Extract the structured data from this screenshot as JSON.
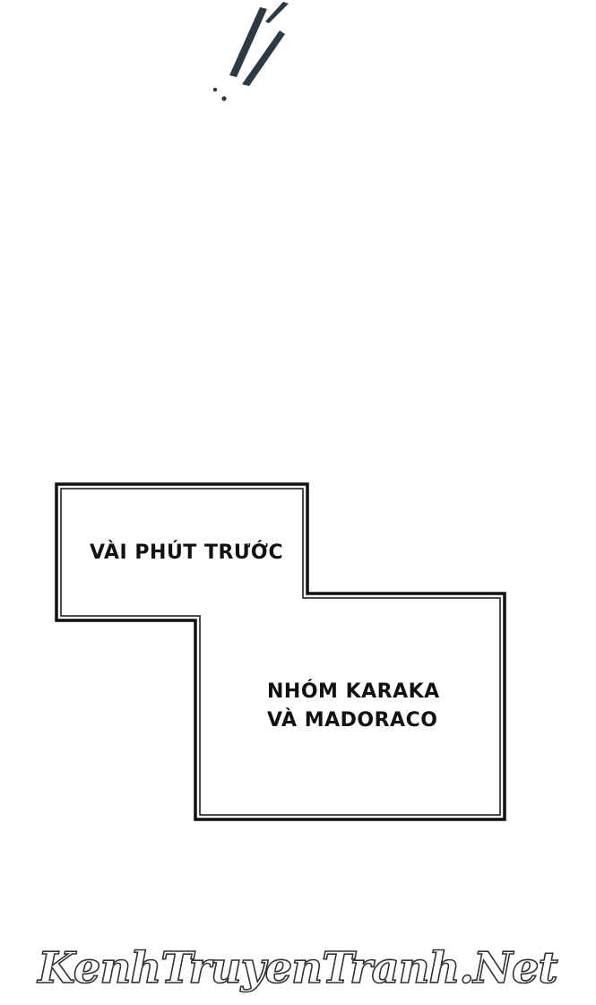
{
  "captions": {
    "first": "VÀI PHÚT TRƯỚC",
    "second_line_1": "NHÓM KARAKA",
    "second_line_2": "VÀ MADORACO"
  },
  "watermark": {
    "text": "KenhTruyenTranh.Net"
  },
  "colors": {
    "background": "#ffffff",
    "ink": "#111111",
    "watermark_fill": "#ffffff",
    "watermark_stroke": "#333333"
  }
}
